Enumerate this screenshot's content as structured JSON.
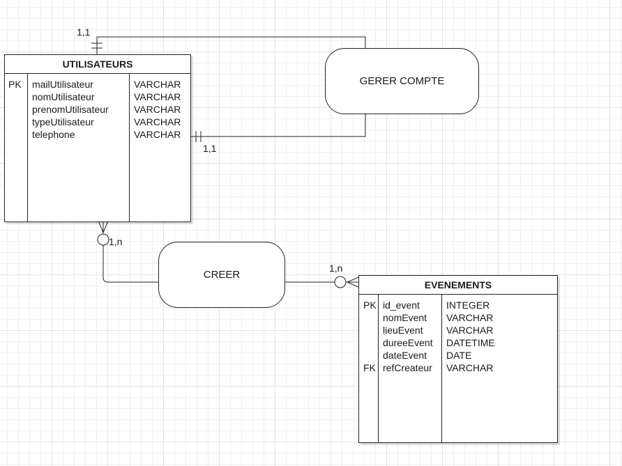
{
  "entities": {
    "utilisateurs": {
      "title": "UTILISATEURS",
      "attributes": [
        {
          "key": "PK",
          "name": "mailUtilisateur",
          "type": "VARCHAR"
        },
        {
          "key": "",
          "name": "nomUtilisateur",
          "type": "VARCHAR"
        },
        {
          "key": "",
          "name": "prenomUtilisateur",
          "type": "VARCHAR"
        },
        {
          "key": "",
          "name": "typeUtilisateur",
          "type": "VARCHAR"
        },
        {
          "key": "",
          "name": "telephone",
          "type": "VARCHAR"
        }
      ]
    },
    "evenements": {
      "title": "EVENEMENTS",
      "attributes": [
        {
          "key": "PK",
          "name": "id_event",
          "type": "INTEGER"
        },
        {
          "key": "",
          "name": "nomEvent",
          "type": "VARCHAR"
        },
        {
          "key": "",
          "name": "lieuEvent",
          "type": "VARCHAR"
        },
        {
          "key": "",
          "name": "dureeEvent",
          "type": "DATETIME"
        },
        {
          "key": "",
          "name": "dateEvent",
          "type": "DATE"
        },
        {
          "key": "FK",
          "name": "refCreateur",
          "type": "VARCHAR"
        }
      ]
    }
  },
  "relations": {
    "gerer_compte": {
      "label": "GERER COMPTE"
    },
    "creer": {
      "label": "CREER"
    }
  },
  "cardinalities": {
    "gerer_top": "1,1",
    "gerer_side": "1,1",
    "creer_utilisateurs": "1,n",
    "creer_evenements": "1,n"
  },
  "colors": {
    "line": "#222222",
    "grid": "#e3e3e3"
  }
}
